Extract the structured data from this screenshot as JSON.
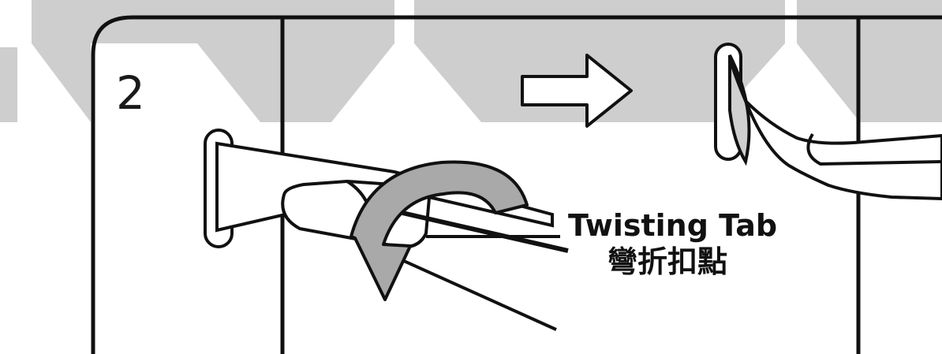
{
  "step": {
    "number": "2"
  },
  "callout": {
    "label_en": "Twisting Tab",
    "label_zh": "彎折扣點"
  },
  "colors": {
    "ink": "#111111",
    "gray_overlay": "#c8c8c8",
    "arrow_fill": "#a9a9a9",
    "background": "#ffffff"
  },
  "icons": {
    "direction_arrow": "right-arrow-outline",
    "twist_arrow": "curved-arrow-down"
  }
}
